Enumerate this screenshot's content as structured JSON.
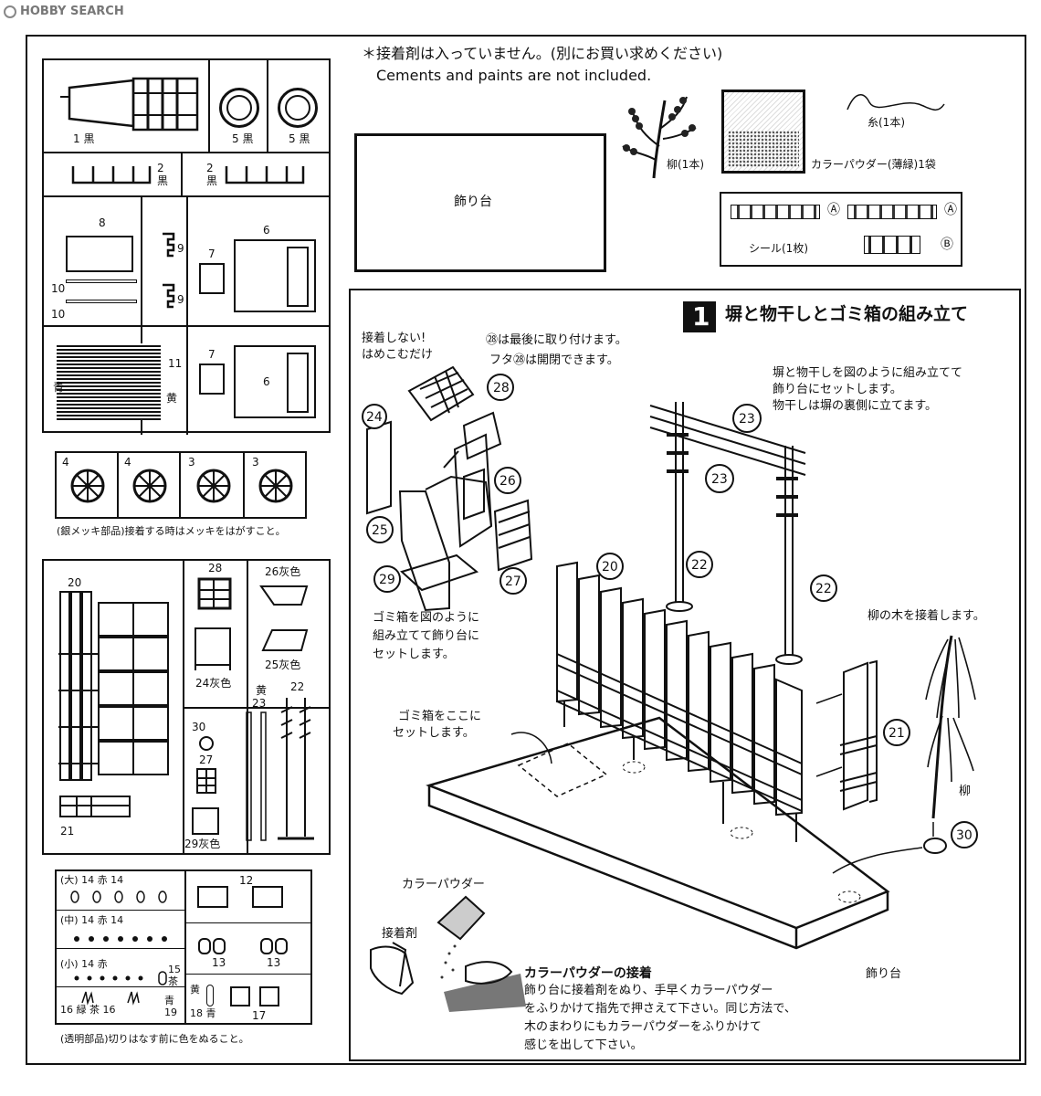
{
  "watermark": {
    "logo": "HOBBY SEARCH"
  },
  "header": {
    "notice_jp": "＊接着剤は入っていません。(別にお買い求めください)",
    "notice_en": "Cements and paints are not included."
  },
  "base_board_label": "飾り台",
  "accessories": {
    "willow": "柳(1本)",
    "powder": "カラーパウダー(薄緑)1袋",
    "thread": "糸(1本)",
    "sticker": "シール(1枚)",
    "marks": [
      "Ⓐ",
      "Ⓐ",
      "Ⓑ"
    ]
  },
  "sprues": {
    "top": {
      "parts": [
        "1 黒",
        "5 黒",
        "5 黒",
        "2 黒",
        "2 黒",
        "8",
        "6",
        "7",
        "9",
        "9",
        "10",
        "10",
        "11",
        "青",
        "黄",
        "7",
        "6"
      ]
    },
    "wheels": {
      "labels": [
        "4",
        "4",
        "3",
        "3"
      ],
      "note": "(銀メッキ部品)接着する時はメッキをはがすこと。"
    },
    "mid": {
      "parts": [
        "20",
        "28",
        "26灰色",
        "25灰色",
        "24灰色",
        "黄",
        "23",
        "22",
        "30",
        "27",
        "21",
        "29灰色"
      ]
    },
    "clear": {
      "rows": [
        "(大) 14 赤 14",
        "(中) 14 赤 14",
        "(小) 14 赤",
        "15 茶",
        "16 緑 茶 16",
        "青 19",
        "12",
        "13",
        "13",
        "黄",
        "18 青",
        "17"
      ],
      "note": "(透明部品)切りはなす前に色をぬること。"
    }
  },
  "step": {
    "number": "1",
    "title": "塀と物干しとゴミ箱の組み立て",
    "notes": [
      "接着しない!",
      "はめこむだけ",
      "㉘は最後に取り付けます。",
      "フタ㉘は開閉できます。",
      "塀と物干しを図のように組み立てて",
      "飾り台にセットします。",
      "物干しは塀の裏側に立てます。",
      "ゴミ箱を図のように",
      "組み立てて飾り台に",
      "セットします。",
      "ゴミ箱をここに",
      "セットします。",
      "柳の木を接着します。",
      "柳",
      "カラーパウダー",
      "接着剤",
      "飾り台"
    ],
    "callouts": [
      "28",
      "24",
      "26",
      "25",
      "29",
      "27",
      "23",
      "23",
      "20",
      "22",
      "22",
      "21",
      "30"
    ],
    "powder_heading": "カラーパウダーの接着",
    "powder_text": [
      "飾り台に接着剤をぬり、手早くカラーパウダー",
      "をふりかけて指先で押さえて下さい。同じ方法で、",
      "木のまわりにもカラーパウダーをふりかけて",
      "感じを出して下さい。"
    ]
  }
}
